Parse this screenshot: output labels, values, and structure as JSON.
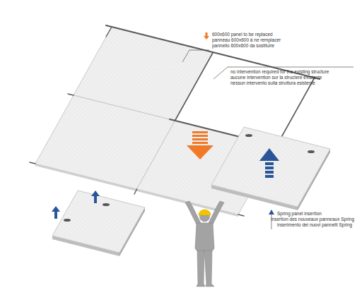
{
  "diagram": {
    "labels": [
      "600x600 panel to be replaced",
      "panneau 600x600 à ne remplacer",
      "pannello 600x600 da sostituire",
      "no intervention required for the existing structure",
      "aucune intervention sur la structere existante",
      "nessun intervento sulla struttura esistente",
      "Spring panel insertion",
      "insertion des nouveaux panneaux Spring",
      "inserimento dei nuovi pannelli Spring"
    ]
  }
}
